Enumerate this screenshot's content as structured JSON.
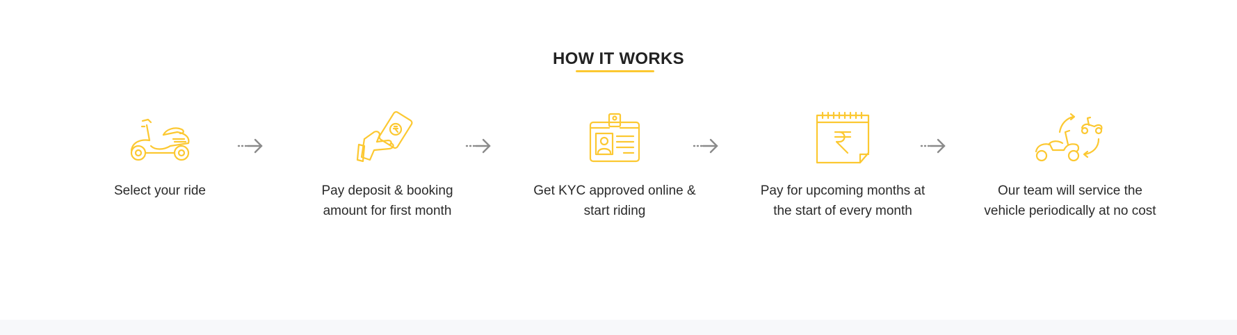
{
  "section": {
    "title": "HOW IT WORKS",
    "accent_color": "#fcc831",
    "arrow_color": "#8a8a8a"
  },
  "steps": [
    {
      "icon": "scooter-icon",
      "label": "Select your ride"
    },
    {
      "icon": "hand-payment-card-icon",
      "label": "Pay deposit & booking amount for first month"
    },
    {
      "icon": "id-badge-icon",
      "label": "Get KYC approved online & start riding"
    },
    {
      "icon": "rupee-calendar-icon",
      "label": "Pay for upcoming months at the start of every month"
    },
    {
      "icon": "scooter-service-cycle-icon",
      "label": "Our team will service the vehicle periodically at no cost"
    }
  ]
}
